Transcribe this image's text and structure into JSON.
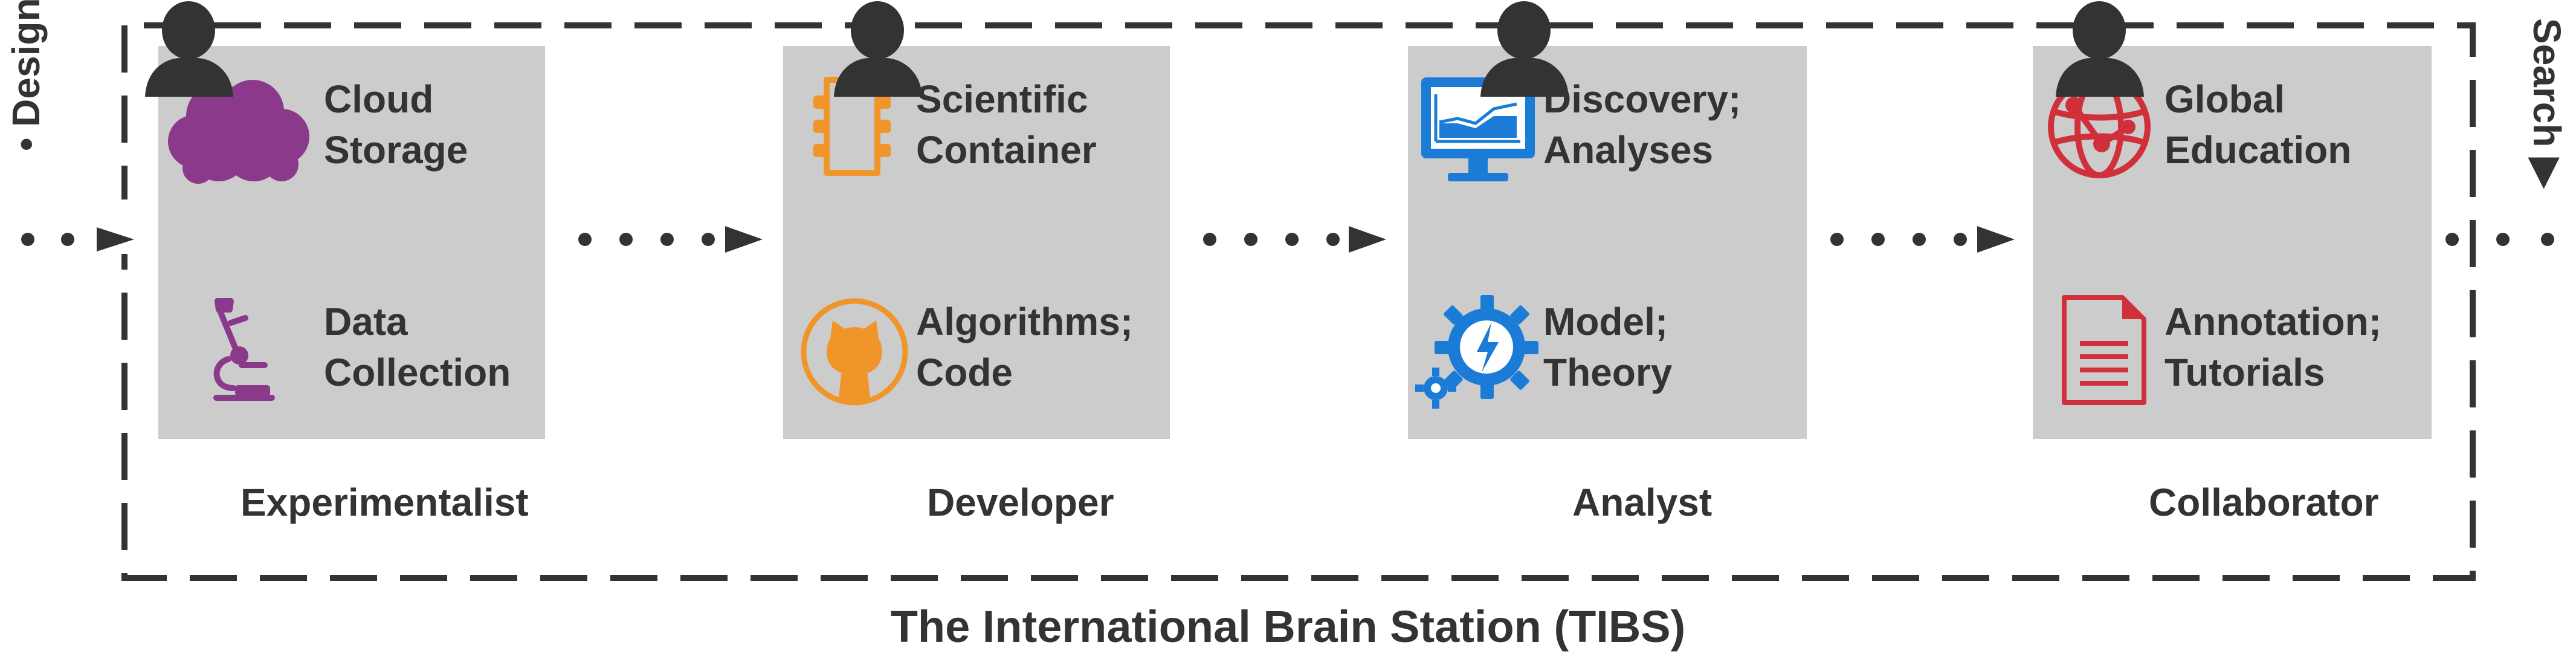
{
  "side_labels": {
    "left": "Design",
    "right": "Search"
  },
  "stages": [
    {
      "top_label_1": "Cloud",
      "top_label_2": "Storage",
      "bottom_label_1": "Data",
      "bottom_label_2": "Collection",
      "role": "Experimentalist",
      "color": "#8B3A8B",
      "top_icon": "cloud-icon",
      "bottom_icon": "microscope-icon"
    },
    {
      "top_label_1": "Scientific",
      "top_label_2": "Container",
      "bottom_label_1": "Algorithms;",
      "bottom_label_2": "Code",
      "role": "Developer",
      "color": "#F0952A",
      "top_icon": "container-icon",
      "bottom_icon": "github-icon"
    },
    {
      "top_label_1": "Discovery;",
      "top_label_2": "Analyses",
      "bottom_label_1": "Model;",
      "bottom_label_2": "Theory",
      "role": "Analyst",
      "color": "#1A7CD6",
      "top_icon": "monitor-chart-icon",
      "bottom_icon": "gears-icon"
    },
    {
      "top_label_1": "Global",
      "top_label_2": "Education",
      "bottom_label_1": "Annotation;",
      "bottom_label_2": "Tutorials",
      "role": "Collaborator",
      "color": "#D0303A",
      "top_icon": "globe-icon",
      "bottom_icon": "document-icon"
    }
  ],
  "caption": "The International Brain Station (TIBS)",
  "colors": {
    "panel": "#cccccc",
    "text": "#333333",
    "frame": "#333333"
  }
}
